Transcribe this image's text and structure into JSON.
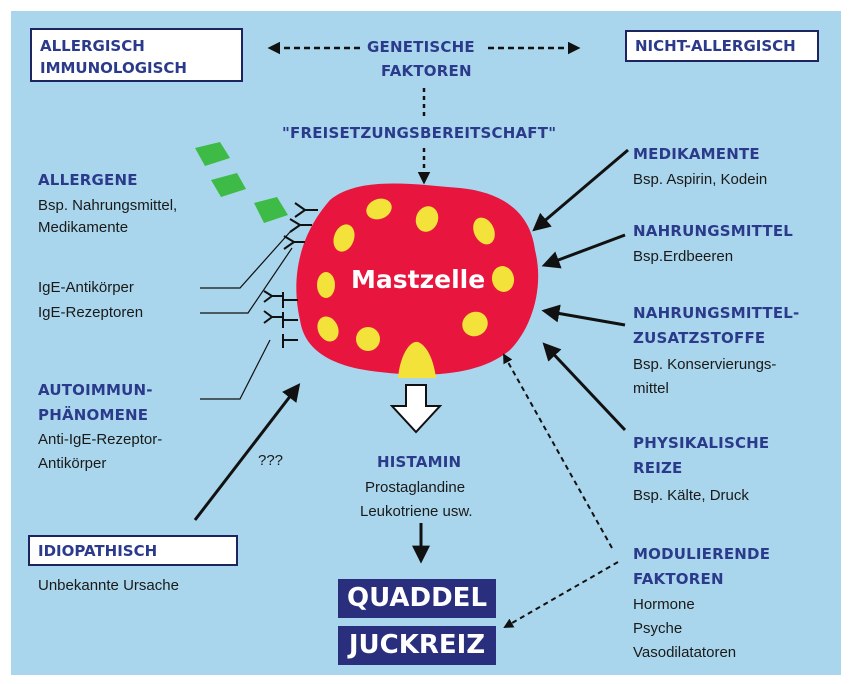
{
  "top": {
    "allergisch": [
      "ALLERGISCH",
      "IMMUNOLOGISCH"
    ],
    "genetisch": [
      "GENETISCHE",
      "FAKTOREN"
    ],
    "nicht_allergisch": "NICHT-ALLERGISCH",
    "freisetzung": "\"FREISETZUNGSBEREITSCHAFT\""
  },
  "mastzelle": "Mastzelle",
  "left": {
    "allergene_title": "ALLERGENE",
    "allergene_text": [
      "Bsp. Nahrungsmittel,",
      "Medikamente"
    ],
    "ige_antikoerper": "IgE-Antikörper",
    "ige_rezeptoren": "IgE-Rezeptoren",
    "autoimmun_title": [
      "AUTOIMMUN-",
      "PHÄNOMENE"
    ],
    "autoimmun_text": [
      "Anti-IgE-Rezeptor-",
      "Antikörper"
    ],
    "unknown": "???",
    "idiopathisch_title": "IDIOPATHISCH",
    "idiopathisch_text": "Unbekannte Ursache"
  },
  "right": {
    "medikamente_title": "MEDIKAMENTE",
    "medikamente_text": "Bsp. Aspirin, Kodein",
    "nahrungsmittel_title": "NAHRUNGSMITTEL",
    "nahrungsmittel_text": "Bsp.Erdbeeren",
    "zusatz_title": [
      "NAHRUNGSMITTEL-",
      "ZUSATZSTOFFE"
    ],
    "zusatz_text": [
      "Bsp. Konservierungs-",
      "mittel"
    ],
    "physikalisch_title": [
      "PHYSIKALISCHE",
      "REIZE"
    ],
    "physikalisch_text": "Bsp. Kälte, Druck",
    "modulierend_title": [
      "MODULIERENDE",
      "FAKTOREN"
    ],
    "modulierend_text": [
      "Hormone",
      "Psyche",
      "Vasodilatatoren"
    ]
  },
  "center": {
    "histamin_title": "HISTAMIN",
    "histamin_text": [
      "Prostaglandine",
      "Leukotriene usw."
    ],
    "quaddel": "QUADDEL",
    "juckreiz": "JUCKREIZ"
  },
  "colors": {
    "background": "#a9d6ec",
    "heading_text": "#2b3a8a",
    "cell_body": "#e8153f",
    "granule": "#f2e23a",
    "allergen": "#3dbb46",
    "outcome_box": "#2a2f7d"
  }
}
